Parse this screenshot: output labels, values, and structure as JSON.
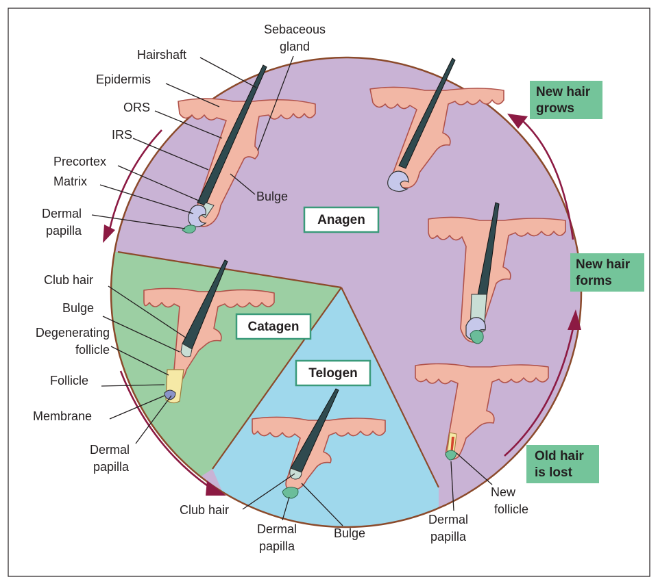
{
  "phases": {
    "anagen": "Anagen",
    "catagen": "Catagen",
    "telogen": "Telogen"
  },
  "cycle_boxes": {
    "new_hair_grows": [
      "New hair",
      "grows"
    ],
    "new_hair_forms": [
      "New hair",
      "forms"
    ],
    "old_hair_lost": [
      "Old hair",
      "is lost"
    ]
  },
  "anagen_labels": {
    "sebaceous_gland": [
      "Sebaceous",
      "gland"
    ],
    "hairshaft": "Hairshaft",
    "epidermis": "Epidermis",
    "ors": "ORS",
    "irs": "IRS",
    "precortex": "Precortex",
    "matrix": "Matrix",
    "dermal_papilla": [
      "Dermal",
      "papilla"
    ],
    "bulge": "Bulge"
  },
  "catagen_labels": {
    "club_hair": "Club hair",
    "bulge": "Bulge",
    "degenerating_follicle": [
      "Degenerating",
      "follicle"
    ],
    "follicle": "Follicle",
    "membrane": "Membrane",
    "dermal_papilla": [
      "Dermal",
      "papilla"
    ]
  },
  "telogen_labels": {
    "club_hair": "Club hair",
    "dermal_papilla": [
      "Dermal",
      "papilla"
    ],
    "bulge": "Bulge"
  },
  "new_follicle_labels": {
    "new_follicle": [
      "New",
      "follicle"
    ],
    "dermal_papilla": [
      "Dermal",
      "papilla"
    ]
  },
  "colors": {
    "anagen_sector": "#c9b3d5",
    "catagen_sector": "#9ccfa3",
    "telogen_sector": "#9fd8ec",
    "circle_border": "#8b4a2b",
    "cycle_box": "#74c49a",
    "cycle_arrow": "#8c1a43",
    "skin": "#f2b7a5"
  }
}
